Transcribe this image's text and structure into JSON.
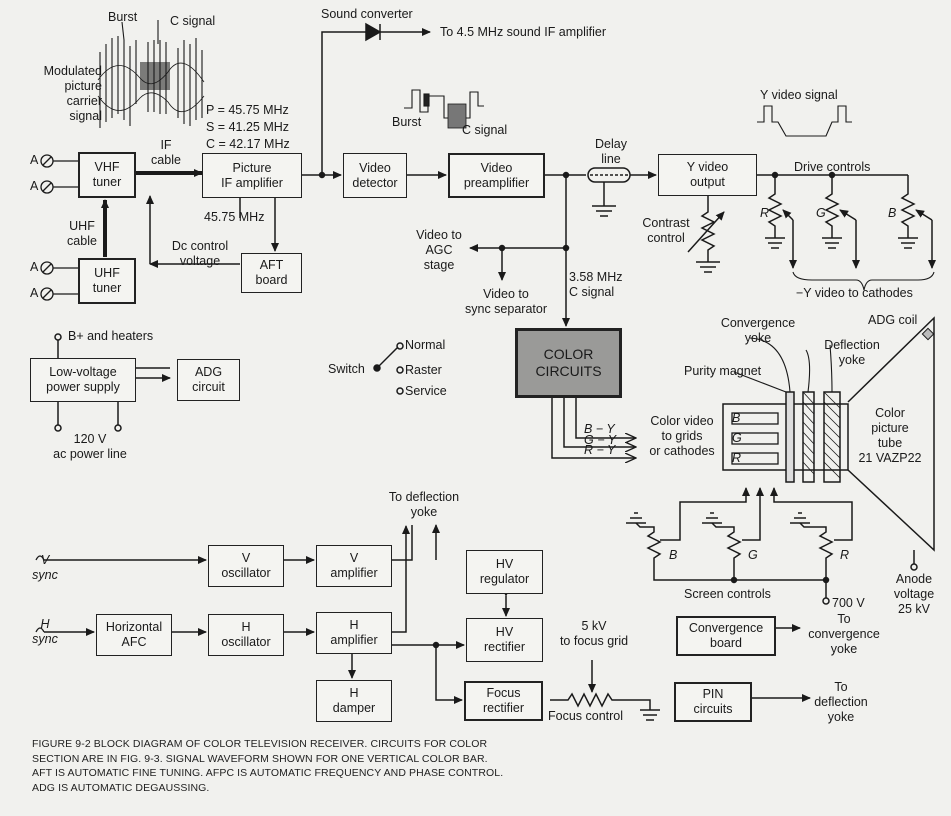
{
  "blocks": {
    "vhf_tuner": "VHF\ntuner",
    "uhf_tuner": "UHF\ntuner",
    "picture_if": "Picture\nIF amplifier",
    "video_detector": "Video\ndetector",
    "video_preamp": "Video\npreamplifier",
    "y_output": "Y video\noutput",
    "aft_board": "AFT\nboard",
    "lv_supply": "Low-voltage\npower supply",
    "adg_circuit": "ADG\ncircuit",
    "color_circuits": "COLOR\nCIRCUITS",
    "v_osc": "V\noscillator",
    "v_amp": "V\namplifier",
    "h_afc": "Horizontal\nAFC",
    "h_osc": "H\noscillator",
    "h_amp": "H\namplifier",
    "h_damper": "H\ndamper",
    "hv_regulator": "HV\nregulator",
    "hv_rectifier": "HV\nrectifier",
    "focus_rectifier": "Focus\nrectifier",
    "convergence_board": "Convergence\nboard",
    "pin_circuits": "PIN\ncircuits"
  },
  "labels": {
    "burst_top": "Burst",
    "c_signal_top": "C signal",
    "modulated": "Modulated\npicture\ncarrier\nsignal",
    "freq_p": "P = 45.75 MHz",
    "freq_s": "S = 41.25 MHz",
    "freq_c": "C = 42.17 MHz",
    "sound_converter": "Sound converter",
    "to_sound_if": "To 4.5 MHz sound IF amplifier",
    "burst_mid": "Burst",
    "c_signal_mid": "C signal",
    "y_video_signal": "Y video signal",
    "delay_line": "Delay\nline",
    "if_cable": "IF\ncable",
    "uhf_cable": "UHF\ncable",
    "antenna_a": "A",
    "if_freq": "45.75 MHz",
    "dc_control": "Dc control\nvoltage",
    "video_to_agc": "Video to\nAGC\nstage",
    "video_to_sync": "Video to\nsync separator",
    "c_signal_358": "3.58 MHz\nC signal",
    "contrast_control": "Contrast\ncontrol",
    "drive_controls": "Drive controls",
    "r": "R",
    "g": "G",
    "b": "B",
    "neg_y": "−Y video to cathodes",
    "b_plus": "B+ and heaters",
    "ac_line": "120 V\nac power line",
    "switch": "Switch",
    "normal": "Normal",
    "raster": "Raster",
    "service": "Service",
    "b_y": "B − Y",
    "g_y": "G − Y",
    "r_y": "R − Y",
    "color_video": "Color video\nto grids\nor cathodes",
    "convergence_yoke": "Convergence\nyoke",
    "deflection_yoke_top": "Deflection\nyoke",
    "adg_coil": "ADG coil",
    "purity_magnet": "Purity magnet",
    "tube": "Color\npicture\ntube\n21 VAZP22",
    "gun_b": "B",
    "gun_g": "G",
    "gun_r": "R",
    "screen_controls": "Screen controls",
    "v700": "700 V",
    "anode": "Anode\nvoltage\n25 kV",
    "to_deflection_yoke": "To deflection\nyoke",
    "v_sync": "V\nsync",
    "h_sync": "H\nsync",
    "focus_5kv": "5 kV\nto focus grid",
    "focus_control": "Focus control",
    "to_convergence_yoke": "To\nconvergence\nyoke",
    "to_deflection_yoke_2": "To\ndeflection\nyoke"
  },
  "caption": [
    "FIGURE 9-2   BLOCK DIAGRAM OF COLOR TELEVISION RECEIVER.  CIRCUITS FOR COLOR",
    "SECTION ARE IN FIG. 9-3.  SIGNAL WAVEFORM SHOWN FOR ONE VERTICAL COLOR BAR.",
    "AFT IS AUTOMATIC FINE TUNING. AFPC IS AUTOMATIC FREQUENCY AND PHASE CONTROL.",
    "ADG IS AUTOMATIC DEGAUSSING."
  ]
}
